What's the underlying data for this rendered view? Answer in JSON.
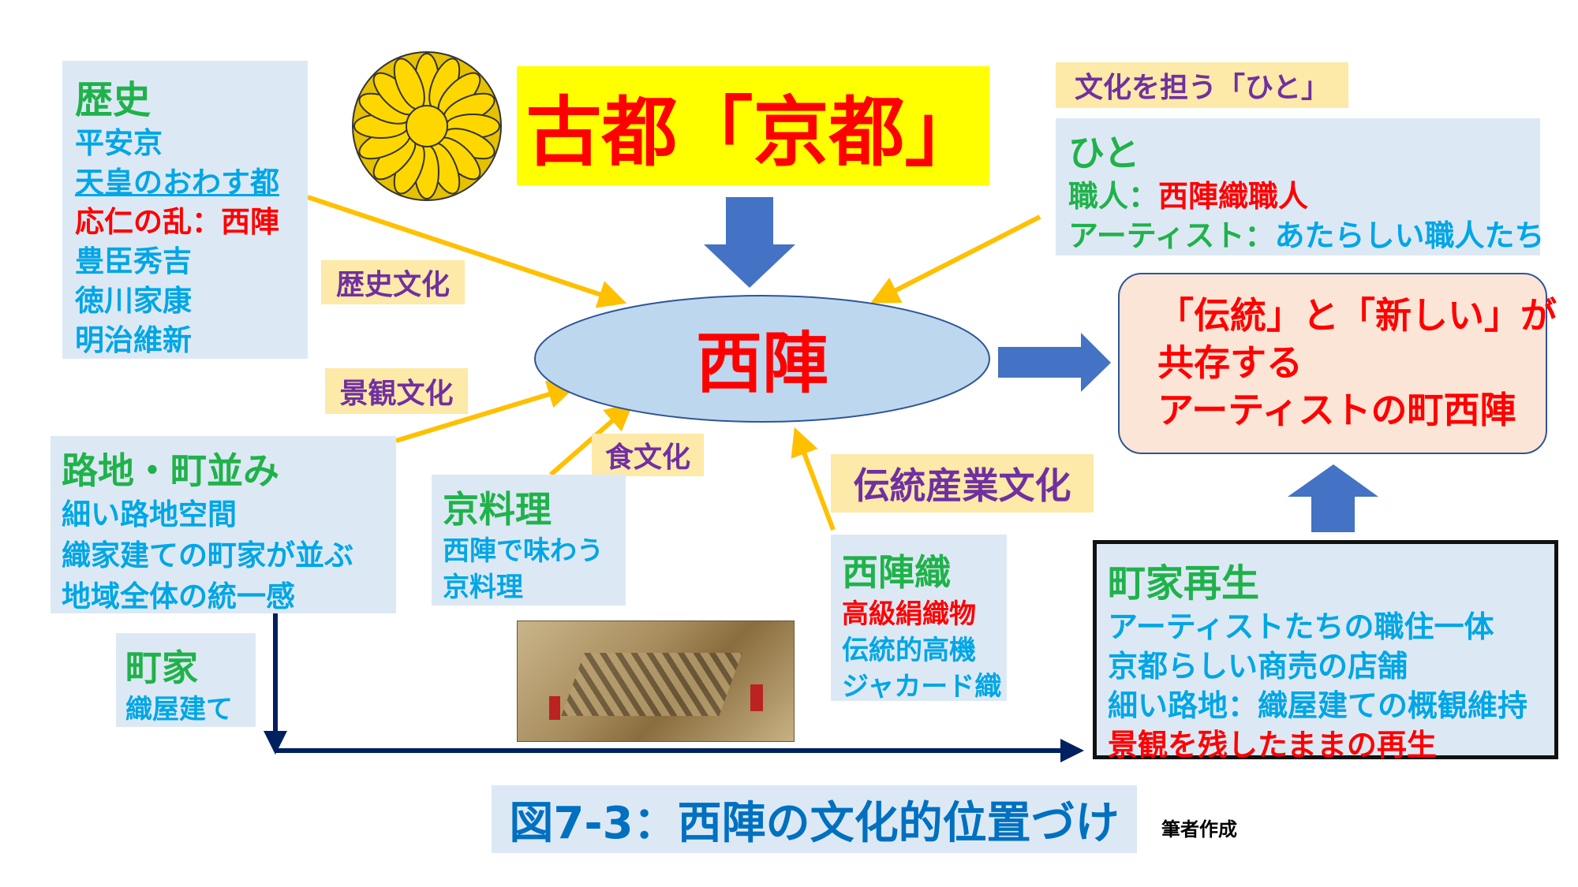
{
  "title": "古都「京都」",
  "center": "西陣",
  "history": {
    "heading": "歴史",
    "items": [
      "平安京",
      "天皇のおわす都",
      "応仁の乱：西陣",
      "豊臣秀吉",
      "徳川家康",
      "明治維新"
    ]
  },
  "labels": {
    "history_culture": "歴史文化",
    "landscape_culture": "景観文化",
    "food_culture": "食文化",
    "industry_culture": "伝統産業文化",
    "people_culture": "文化を担う「ひと」"
  },
  "people": {
    "heading": "ひと",
    "line1_a": "職人：",
    "line1_b": "西陣織職人",
    "line2_a": "アーティスト：",
    "line2_b": "あたらしい職人たち"
  },
  "streets": {
    "heading": "路地・町並み",
    "items": [
      "細い路地空間",
      "織家建ての町家が並ぶ",
      "地域全体の統一感"
    ]
  },
  "cuisine": {
    "heading": "京料理",
    "items": [
      "西陣で味わう",
      "京料理"
    ]
  },
  "weaving": {
    "heading": "西陣織",
    "items": [
      "高級絹織物",
      "伝統的高機",
      "ジャカード織"
    ]
  },
  "machiya": {
    "heading": "町家",
    "items": [
      "織屋建て"
    ]
  },
  "result": {
    "lines": [
      "「伝統」と「新しい」が",
      "共存する",
      "アーティストの町西陣"
    ]
  },
  "revival": {
    "heading": "町家再生",
    "items": [
      "アーティストたちの職住一体",
      "京都らしい商売の店舗",
      "細い路地：織屋建ての概観維持"
    ],
    "highlight": "景観を残したままの再生"
  },
  "caption": "図7-3：西陣の文化的位置づけ",
  "credit": "筆者作成",
  "colors": {
    "arrow_blue": "#4472c4",
    "arrow_yellow": "#ffc000",
    "navy": "#002060",
    "title_bg": "#ffff00"
  }
}
